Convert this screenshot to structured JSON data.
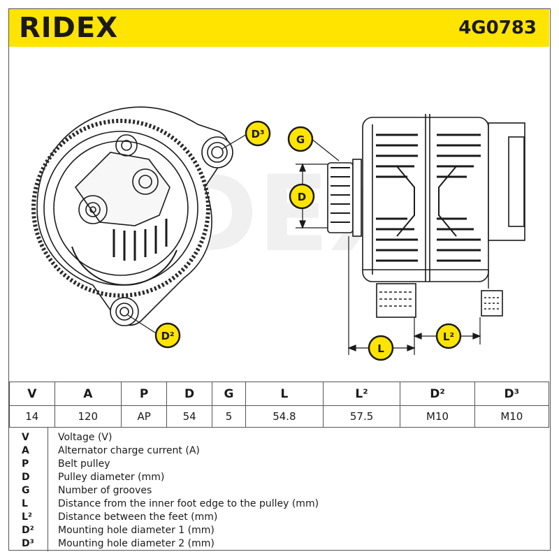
{
  "header": {
    "brand": "RIDEX",
    "part_number": "4G0783",
    "accent_color": "#ffe400"
  },
  "callouts": {
    "d3": "D³",
    "g": "G",
    "d": "D",
    "d2": "D²",
    "l": "L",
    "l2": "L²"
  },
  "specs": {
    "headers": [
      "V",
      "A",
      "P",
      "D",
      "G",
      "L",
      "L²",
      "D²",
      "D³"
    ],
    "values": [
      "14",
      "120",
      "AP",
      "54",
      "5",
      "54.8",
      "57.5",
      "M10",
      "M10"
    ]
  },
  "legend": [
    {
      "key": "V",
      "desc": "Voltage (V)"
    },
    {
      "key": "A",
      "desc": "Alternator charge current (A)"
    },
    {
      "key": "P",
      "desc": "Belt pulley"
    },
    {
      "key": "D",
      "desc": "Pulley diameter (mm)"
    },
    {
      "key": "G",
      "desc": "Number of grooves"
    },
    {
      "key": "L",
      "desc": "Distance from the inner foot edge to the pulley (mm)"
    },
    {
      "key": "L²",
      "desc": "Distance between the feet (mm)"
    },
    {
      "key": "D²",
      "desc": "Mounting hole diameter 1 (mm)"
    },
    {
      "key": "D³",
      "desc": "Mounting hole diameter 2 (mm)"
    }
  ]
}
